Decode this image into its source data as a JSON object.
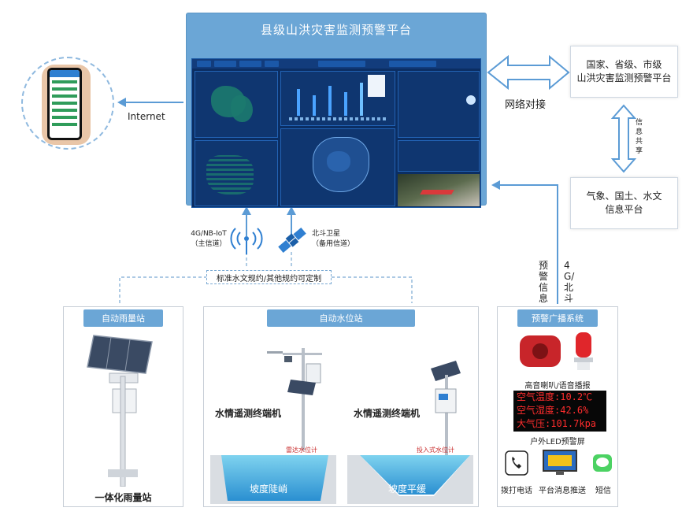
{
  "platform": {
    "title": "县级山洪灾害监测预警平台"
  },
  "connections": {
    "internet": "Internet",
    "network_link": "网络对接",
    "info_share": "信息共享",
    "channel_main": "4G/NB-IoT\n（主信道）",
    "channel_backup": "北斗卫星\n（备用信道）",
    "protocol": "标准水文规约/其他规约可定制",
    "warning_info": "预警信息",
    "beidou": "4G/北斗"
  },
  "boxes": {
    "national": "国家、省级、市级\n山洪灾害监测预警平台",
    "info": "气象、国土、水文\n信息平台"
  },
  "rain_station": {
    "header": "自动雨量站",
    "caption": "一体化雨量站"
  },
  "water_station": {
    "header": "自动水位站",
    "left_terminal": "水情遥测终端机",
    "right_terminal": "水情遥测终端机",
    "left_sensor": "雷达水位计",
    "right_sensor": "投入式水位计",
    "left_bank": "坡度陡峭",
    "right_bank": "坡度平缓"
  },
  "alarm_system": {
    "header": "预警广播系统",
    "speaker_caption": "高音喇叭/语音播报",
    "led_lines": [
      "空气温度:10.2℃",
      "空气湿度:42.6%",
      "大气压:101.7kpa"
    ],
    "led_caption": "户外LED预警屏",
    "phone_caption": "拨打电话",
    "push_caption": "平台消息推送",
    "sms_caption": "短信"
  },
  "colors": {
    "accent": "#6ba6d6",
    "arrow": "#5b9bd5",
    "dashboard": "#0b2e63"
  }
}
